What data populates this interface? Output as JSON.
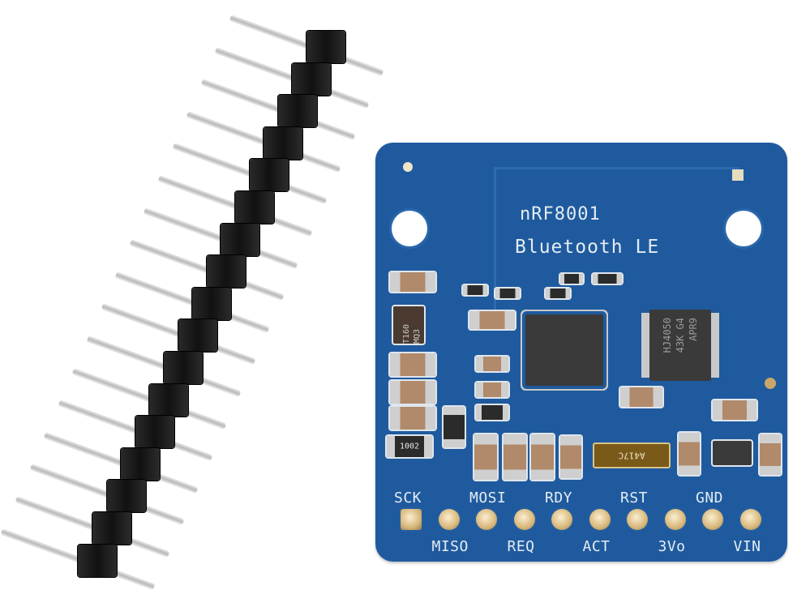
{
  "scene": {
    "description": "Adafruit nRF8001 Bluetooth LE breakout board with separate male pin header strip",
    "background_color": "#ffffff",
    "board_color": "#1f5a9e"
  },
  "board": {
    "title_line1": "nRF8001",
    "title_line2": "Bluetooth LE",
    "components": {
      "ic_right_marking_line1": "HJ4050",
      "ic_right_marking_line2": "43K G4",
      "ic_right_marking_line3": "APR9",
      "inductor_marking": "T160 MQ3",
      "resistor_1002": "1002",
      "crystal_marking": "A417C"
    },
    "pins_top": [
      "SCK",
      "MOSI",
      "RDY",
      "RST",
      "GND"
    ],
    "pins_bottom": [
      "MISO",
      "REQ",
      "ACT",
      "3Vo",
      "VIN"
    ]
  },
  "header_strip": {
    "pin_count": 17
  }
}
